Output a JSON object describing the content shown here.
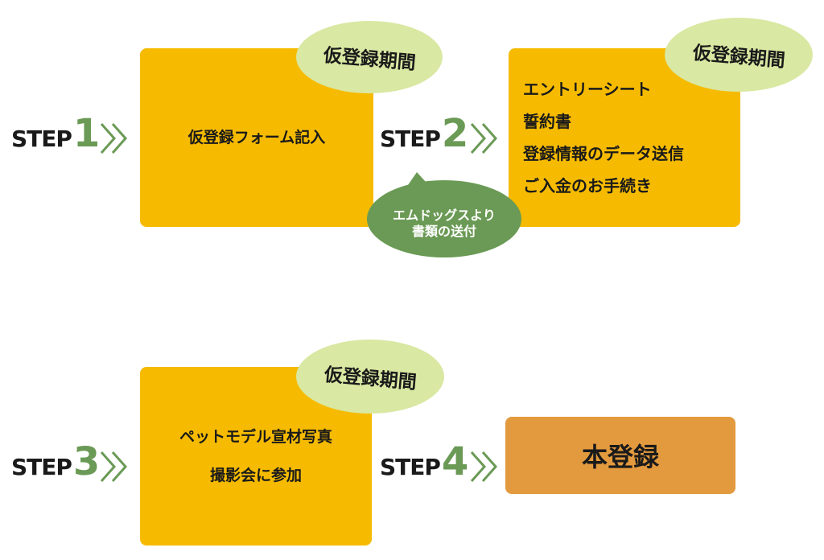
{
  "steps": [
    {
      "word": "STEP",
      "num": "1"
    },
    {
      "word": "STEP",
      "num": "2"
    },
    {
      "word": "STEP",
      "num": "3"
    },
    {
      "word": "STEP",
      "num": "4"
    }
  ],
  "boxes": {
    "step1": "仮登録フォーム記入",
    "step2_items": [
      "エントリーシート",
      "誓約書",
      "登録情報のデータ送信",
      "ご入金のお手続き"
    ],
    "step3_line1": "ペットモデル宣材写真",
    "step3_line2": "撮影会に参加",
    "step4": "本登録"
  },
  "badges": {
    "provisional_period": "仮登録期間"
  },
  "bubble": {
    "line1": "エムドッグスより",
    "line2": "書類の送付"
  },
  "colors": {
    "box_yellow": "#f6bb00",
    "box_orange": "#e39a3e",
    "badge_green": "#d9e8a2",
    "bubble_green": "#6a9a55",
    "step_number_green": "#6a9a55"
  }
}
